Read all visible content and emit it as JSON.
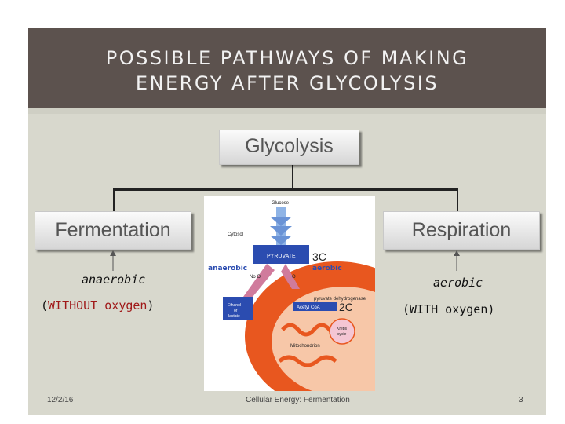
{
  "slide": {
    "title_line1": "POSSIBLE PATHWAYS OF MAKING",
    "title_line2": "ENERGY AFTER GLYCOLYSIS",
    "top_box": "Glycolysis",
    "left_box": "Fermentation",
    "right_box": "Respiration",
    "left_condition": "anaerobic",
    "left_oxygen_open": "(",
    "left_oxygen_text": "WITHOUT oxygen",
    "left_oxygen_close": ")",
    "right_condition": "aerobic",
    "right_oxygen": "(WITH oxygen)"
  },
  "diagram": {
    "glucose": "Glucose",
    "cytosol": "Cytosol",
    "pyruvate": "PYRUVATE",
    "pyruvate_carbons": "3C",
    "anaerobic": "anaerobic",
    "aerobic": "aerobic",
    "no_o2": "No O",
    "o2": "O",
    "ethanol_line1": "Ethanol",
    "ethanol_line2": "or",
    "ethanol_line3": "lactate",
    "enzyme": "pyruvate dehydrogenase",
    "acetyl_coa": "Acetyl CoA",
    "acetyl_carbons": "2C",
    "krebs_line1": "Krebs",
    "krebs_line2": "cycle",
    "mitochondrion": "Mitochondrion"
  },
  "footer": {
    "date": "12/2/16",
    "center": "Cellular Energy: Fermentation",
    "page": "3"
  },
  "colors": {
    "title_bar": "#5c524e",
    "slide_bg": "#d8d8cd",
    "pyruvate_blue": "#2b4cb0",
    "mito_orange": "#e8571f",
    "arrow_pink": "#d07b9c",
    "accent_red": "#a01919"
  }
}
